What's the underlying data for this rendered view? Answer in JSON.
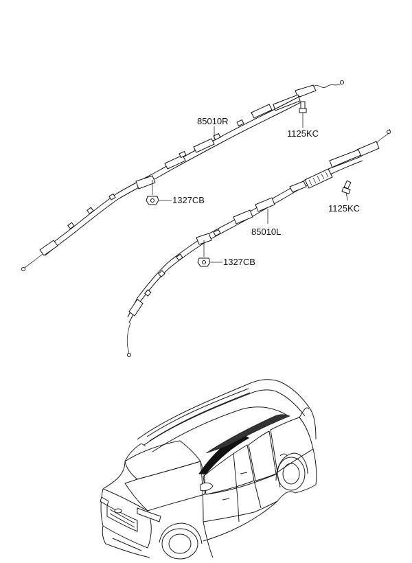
{
  "diagram": {
    "callouts": {
      "airbag_right": "85010R",
      "airbag_left": "85010L",
      "bolt_right": "1125KC",
      "bolt_left": "1125KC",
      "clip_right": "1327CB",
      "clip_left": "1327CB"
    },
    "colors": {
      "line": "#111111",
      "background": "#ffffff"
    }
  }
}
